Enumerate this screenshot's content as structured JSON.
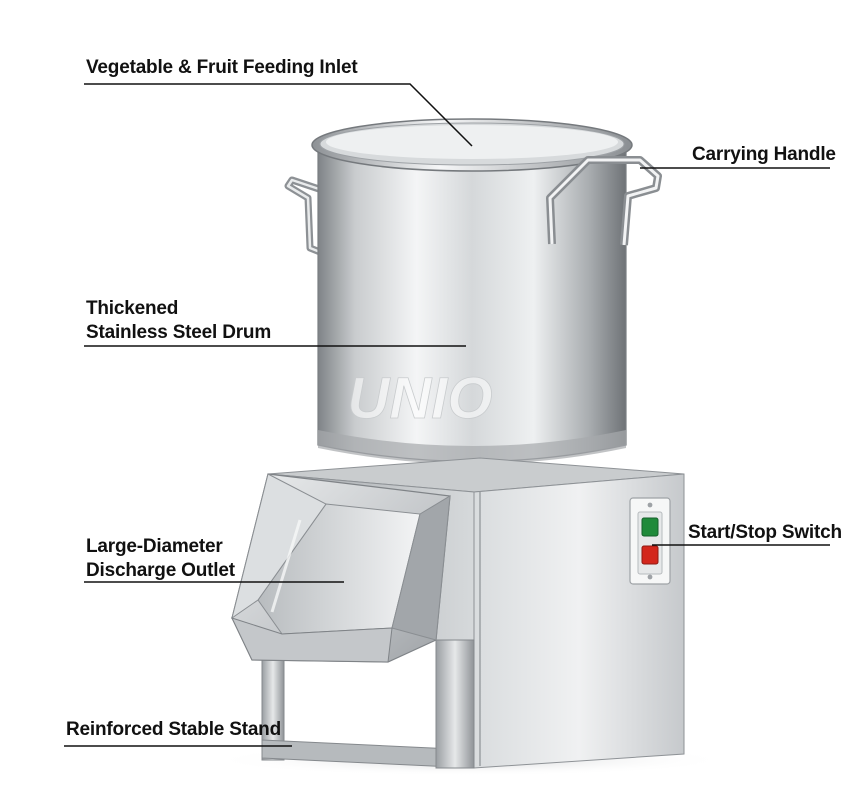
{
  "labels": {
    "inlet": "Vegetable & Fruit Feeding Inlet",
    "handle": "Carrying Handle",
    "drum_line1": "Thickened",
    "drum_line2": "Stainless Steel Drum",
    "outlet_line1": "Large-Diameter",
    "outlet_line2": "Discharge Outlet",
    "switch": "Start/Stop Switch",
    "stand": "Reinforced Stable Stand"
  },
  "watermark": "UNIO",
  "colors": {
    "steel_light": "#f2f3f4",
    "steel_mid": "#c4c7ca",
    "steel_dark": "#8a8e92",
    "start_button": "#1f8a3a",
    "stop_button": "#d3261c",
    "leader_line": "#111111"
  }
}
